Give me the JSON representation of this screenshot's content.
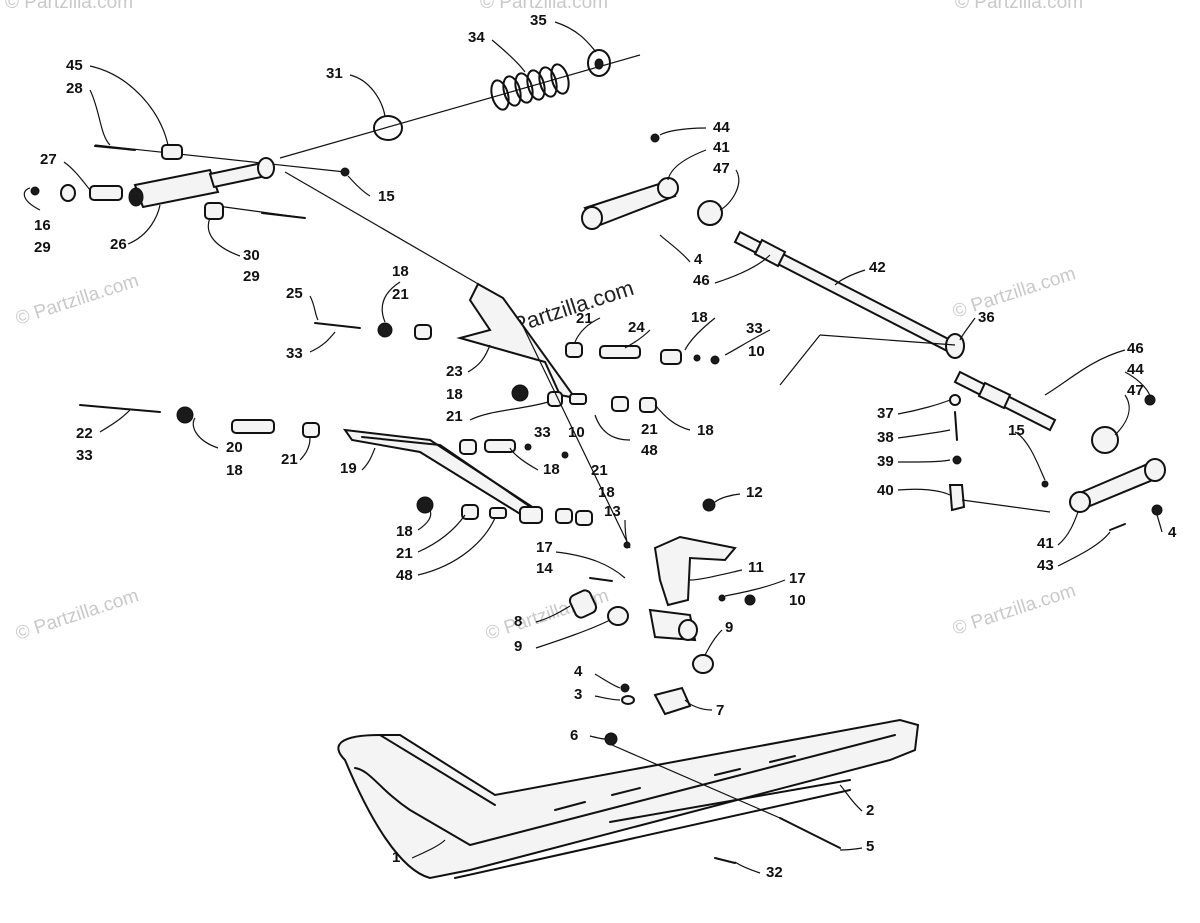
{
  "watermarks": {
    "brand": "© Partzilla.com",
    "center_brand": "©Partzilla.com"
  },
  "callouts": {
    "p1": "1",
    "p2": "2",
    "p3": "3",
    "p4a": "4",
    "p4b": "4",
    "p4c": "4",
    "p5": "5",
    "p6": "6",
    "p7": "7",
    "p8": "8",
    "p9a": "9",
    "p9b": "9",
    "p10a": "10",
    "p10b": "10",
    "p10c": "10",
    "p11": "11",
    "p12": "12",
    "p13": "13",
    "p14": "14",
    "p15a": "15",
    "p15b": "15",
    "p16": "16",
    "p17a": "17",
    "p17b": "17",
    "p18a": "18",
    "p18b": "18",
    "p18c": "18",
    "p18d": "18",
    "p18e": "18",
    "p18f": "18",
    "p18g": "18",
    "p18h": "18",
    "p19": "19",
    "p20": "20",
    "p21a": "21",
    "p21b": "21",
    "p21c": "21",
    "p21d": "21",
    "p21e": "21",
    "p21f": "21",
    "p21g": "21",
    "p22": "22",
    "p23": "23",
    "p24": "24",
    "p25": "25",
    "p26": "26",
    "p27": "27",
    "p28": "28",
    "p29a": "29",
    "p29b": "29",
    "p30": "30",
    "p31": "31",
    "p32": "32",
    "p33a": "33",
    "p33b": "33",
    "p33c": "33",
    "p33d": "33",
    "p34": "34",
    "p35": "35",
    "p36": "36",
    "p37": "37",
    "p38": "38",
    "p39": "39",
    "p40": "40",
    "p41a": "41",
    "p41b": "41",
    "p42": "42",
    "p43": "43",
    "p44a": "44",
    "p44b": "44",
    "p45": "45",
    "p46a": "46",
    "p46b": "46",
    "p47a": "47",
    "p47b": "47",
    "p48a": "48",
    "p48b": "48"
  }
}
